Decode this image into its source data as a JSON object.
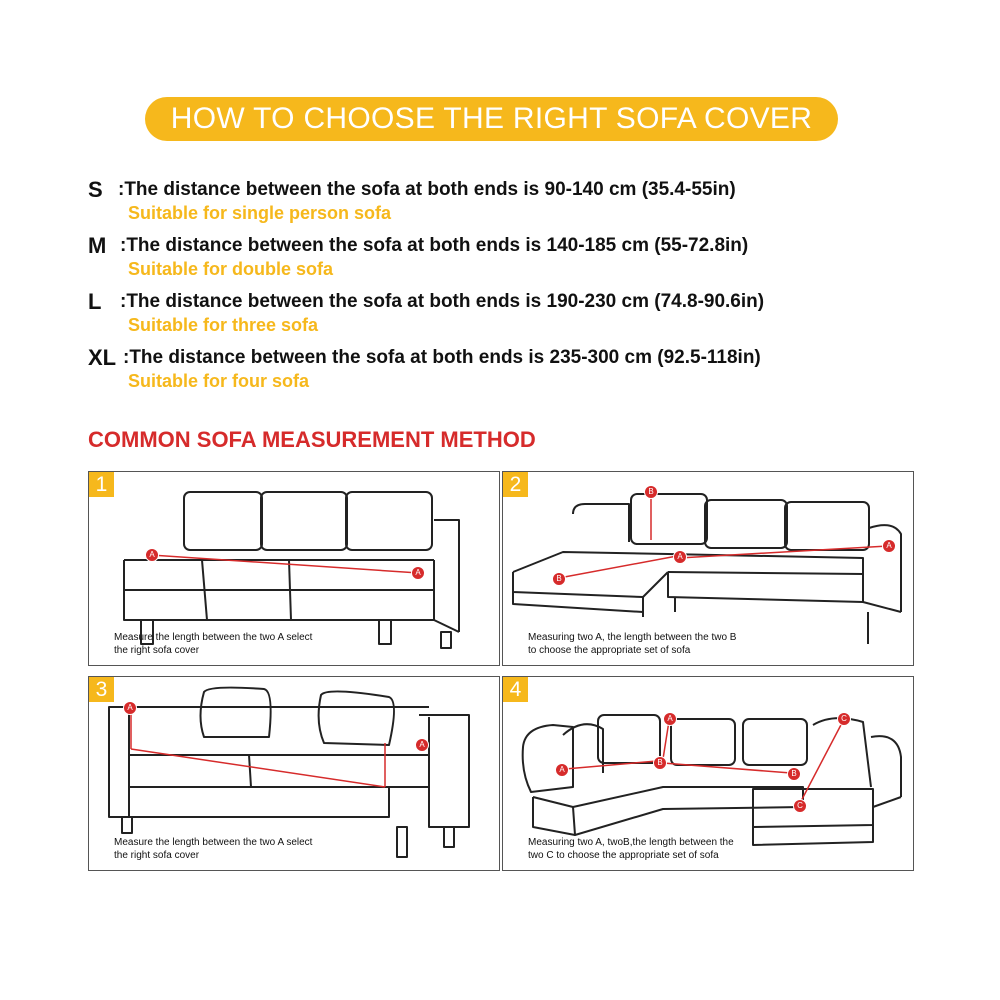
{
  "header": {
    "title": "HOW TO CHOOSE THE RIGHT SOFA COVER"
  },
  "sizes": [
    {
      "code": "S",
      "desc": ":The distance between the sofa at both ends is 90-140 cm (35.4-55in)",
      "suitable": "Suitable for single person sofa"
    },
    {
      "code": "M",
      "desc": ":The distance between the sofa at both ends is 140-185 cm (55-72.8in)",
      "suitable": "Suitable for double sofa"
    },
    {
      "code": "L",
      "desc": ":The distance between the sofa at both ends is 190-230 cm (74.8-90.6in)",
      "suitable": "Suitable for three sofa"
    },
    {
      "code": "XL",
      "desc": ":The distance between the sofa at both ends is 235-300 cm (92.5-118in)",
      "suitable": "Suitable for four sofa"
    }
  ],
  "method": {
    "title": "COMMON SOFA MEASUREMENT METHOD"
  },
  "panels": [
    {
      "number": "1",
      "caption_line1": "Measure the length between the two A select",
      "caption_line2": "the right sofa cover"
    },
    {
      "number": "2",
      "caption_line1": "Measuring two A, the length between the two B",
      "caption_line2": "to choose the appropriate set of sofa"
    },
    {
      "number": "3",
      "caption_line1": "Measure the length between the two A select",
      "caption_line2": "the right sofa cover"
    },
    {
      "number": "4",
      "caption_line1": "Measuring two A, twoB,the length between the",
      "caption_line2": "two C to choose the appropriate set of sofa"
    }
  ],
  "markers": {
    "a": "A",
    "b": "B",
    "c": "C"
  },
  "colors": {
    "accent": "#f6b81c",
    "heading_red": "#d62b2b",
    "measure_line": "#d62b2b"
  },
  "icons": {
    "warning": "warning-triangle-icon"
  }
}
